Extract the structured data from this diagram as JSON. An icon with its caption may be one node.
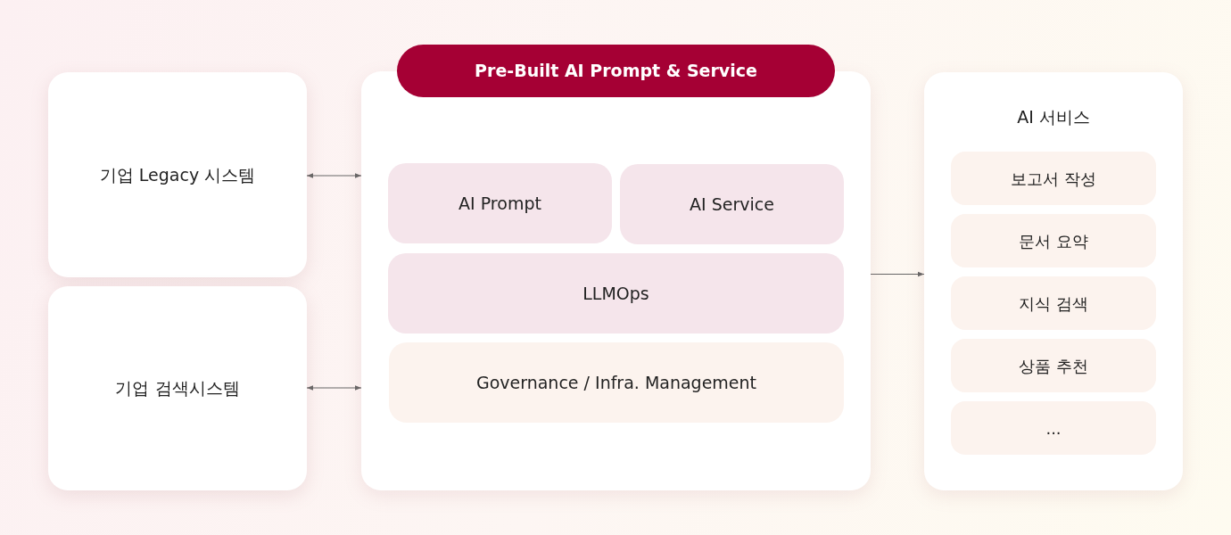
{
  "diagram": {
    "nodes": [
      {
        "text": [
          "기업 Legacy 시스템"
        ]
      },
      {
        "text": [
          "기업 검색시스템"
        ]
      },
      {
        "text": [
          "Pre-Built AI Prompt & Service"
        ]
      },
      {
        "text": [
          "AI Prompt"
        ],
        "in": 2
      },
      {
        "text": [
          "AI Service"
        ],
        "in": 2
      },
      {
        "text": [
          "LLMOps"
        ],
        "in": 2
      },
      {
        "text": [
          "Governance / Infra. Management"
        ],
        "in": 2
      },
      {
        "text": [
          "AI 서비스"
        ]
      },
      {
        "text": [
          "보고서 작성"
        ],
        "in": 7
      },
      {
        "text": [
          "문서 요약"
        ],
        "in": 7
      },
      {
        "text": [
          "지식 검색"
        ],
        "in": 7
      },
      {
        "text": [
          "상품 추천"
        ],
        "in": 7
      },
      {
        "text": [
          "..."
        ],
        "in": 7
      }
    ],
    "edges": [
      {
        "from": 0,
        "to": 2,
        "arrow": "both"
      },
      {
        "from": 1,
        "to": 2,
        "arrow": "both"
      },
      {
        "from": 2,
        "to": 7,
        "arrow": "to"
      }
    ]
  }
}
